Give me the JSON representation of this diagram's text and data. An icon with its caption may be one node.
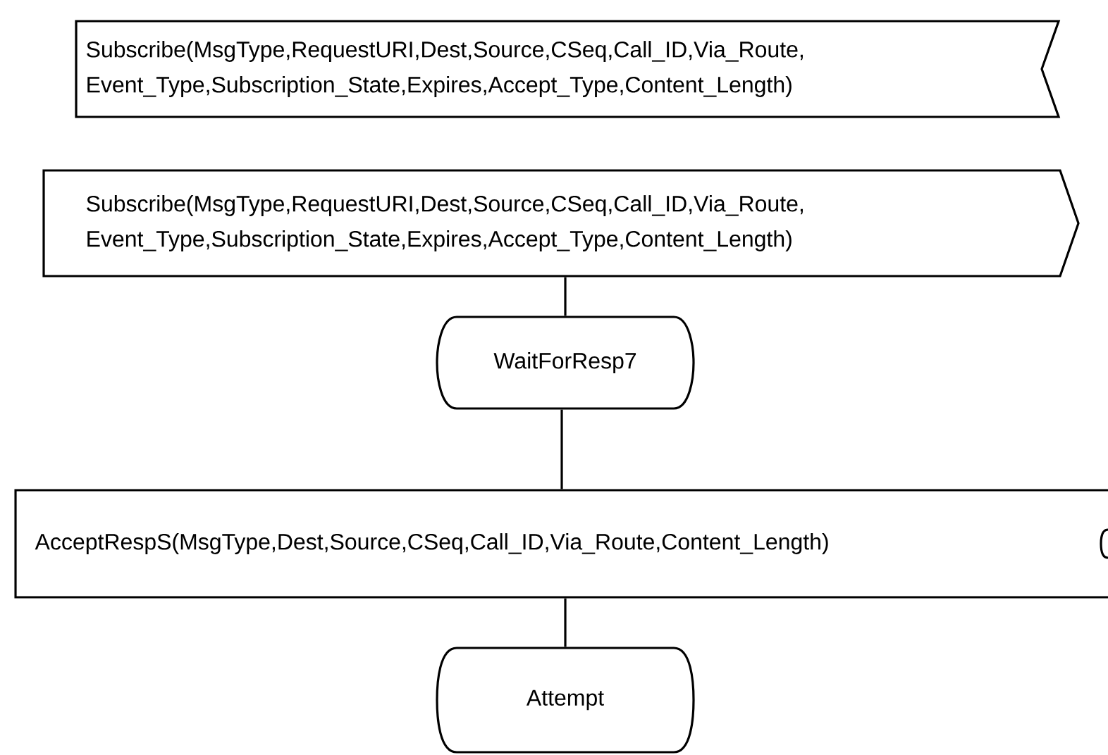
{
  "diagram": {
    "nodes": [
      {
        "text": [
          "Subscribe(MsgType,RequestURI,Dest,Source,CSeq,Call_ID,Via_Route, Event_Type,Subscription_State,Expires,Accept_Type,Content_Length)"
        ]
      },
      {
        "text": [
          "Subscribe(MsgType,RequestURI,Dest,Source,CSeq,Call_ID,Via_Route, Event_Type,Subscription_State,Expires,Accept_Type,Content_Length)"
        ]
      },
      {
        "text": [
          "WaitForResp7"
        ]
      },
      {
        "text": [
          "AcceptRespS(MsgType,Dest,Source,CSeq,Call_ID,Via_Route,Content_Length)"
        ]
      },
      {
        "text": [
          "Attempt"
        ]
      }
    ],
    "edges": [
      {
        "from": 1,
        "to": 2,
        "arrow": "none"
      },
      {
        "from": 2,
        "to": 3,
        "arrow": "none"
      },
      {
        "from": 3,
        "to": 4,
        "arrow": "none"
      }
    ]
  }
}
